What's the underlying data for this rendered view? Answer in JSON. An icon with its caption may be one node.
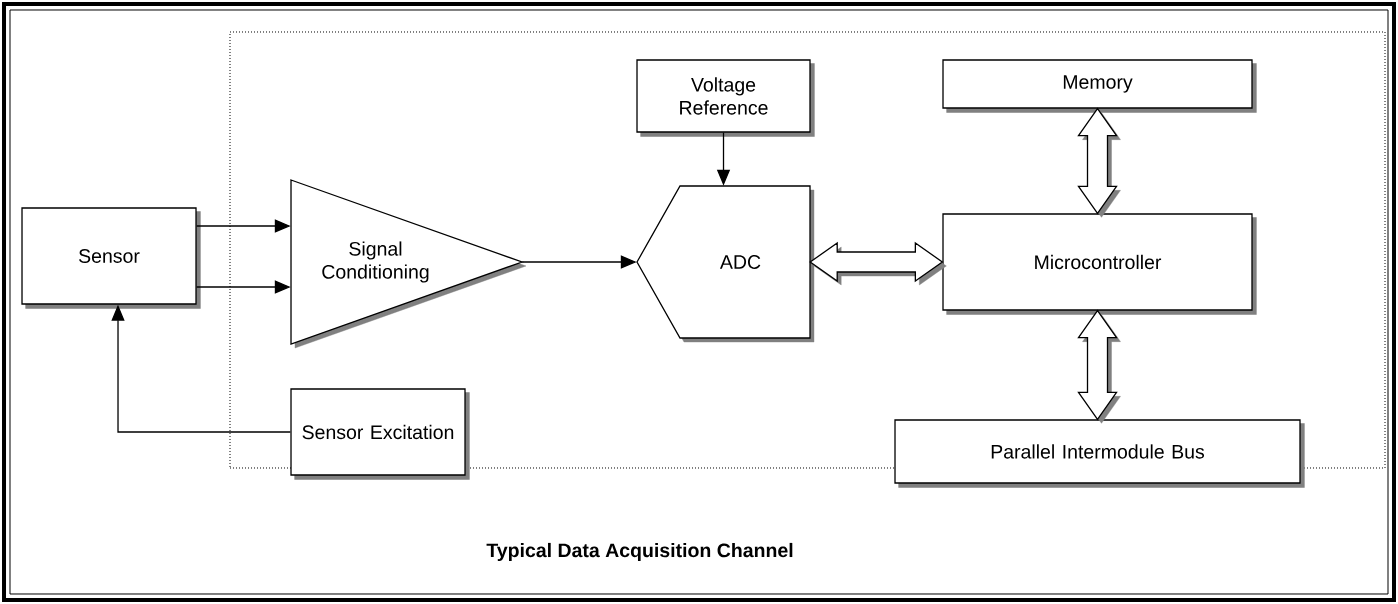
{
  "diagram": {
    "caption": "Typical Data Acquisition Channel",
    "nodes": [
      {
        "text": [],
        "shape": "box"
      },
      {
        "text": [
          "Sensor"
        ]
      },
      {
        "text": [
          "Signal Conditioning"
        ],
        "in": 0
      },
      {
        "text": [
          "Voltage Reference"
        ],
        "in": 0
      },
      {
        "text": [
          "ADC"
        ],
        "in": 0
      },
      {
        "text": [
          "Memory"
        ],
        "in": 0
      },
      {
        "text": [
          "Microcontroller"
        ],
        "in": 0
      },
      {
        "text": [
          "Sensor Excitation"
        ]
      },
      {
        "text": [
          "Parallel Intermodule Bus"
        ]
      }
    ],
    "edges": [
      {
        "from": 1,
        "to": 2,
        "arrow": "to"
      },
      {
        "from": 1,
        "to": 2,
        "arrow": "to"
      },
      {
        "from": 2,
        "to": 4,
        "arrow": "to"
      },
      {
        "from": 3,
        "to": 4,
        "arrow": "to"
      },
      {
        "from": 4,
        "to": 6,
        "arrow": "both",
        "style": "thick"
      },
      {
        "from": 5,
        "to": 6,
        "arrow": "both",
        "style": "thick"
      },
      {
        "from": 6,
        "to": 8,
        "arrow": "both",
        "style": "thick"
      },
      {
        "from": 7,
        "to": 1,
        "arrow": "to"
      }
    ]
  }
}
